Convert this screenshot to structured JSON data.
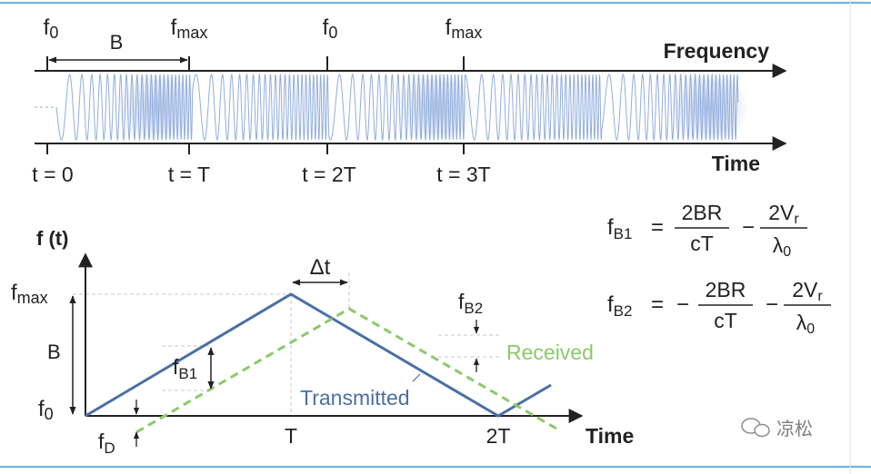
{
  "top_panel": {
    "marker_labels": [
      {
        "main": "f",
        "sub": "0"
      },
      {
        "main": "f",
        "sub": "max"
      },
      {
        "main": "f",
        "sub": "0"
      },
      {
        "main": "f",
        "sub": "max"
      }
    ],
    "bandwidth_label": "B",
    "frequency_axis_label": "Frequency",
    "time_axis_label": "Time",
    "time_ticks": [
      "t = 0",
      "t = T",
      "t = 2T",
      "t = 3T"
    ]
  },
  "bottom_panel": {
    "y_axis_label": "f (t)",
    "x_axis_label": "Time",
    "y_tick_fmax": {
      "main": "f",
      "sub": "max"
    },
    "y_tick_f0": {
      "main": "f",
      "sub": "0"
    },
    "bandwidth_label": "B",
    "x_tick_T": "T",
    "x_tick_2T": "2T",
    "delta_t_label": "Δt",
    "fb1_label": {
      "main": "f",
      "sub": "B1"
    },
    "fb2_label": {
      "main": "f",
      "sub": "B2"
    },
    "fd_label": {
      "main": "f",
      "sub": "D"
    },
    "transmitted_label": "Transmitted",
    "received_label": "Received",
    "transmitted_color": "#4a6fa5",
    "received_color": "#8cc96a"
  },
  "equations": {
    "eq1": {
      "lhs_main": "f",
      "lhs_sub": "B1",
      "eq": "=",
      "sign": "",
      "frac1_num": "2BR",
      "frac1_den": "cT",
      "op": "−",
      "frac2_num_main": "2V",
      "frac2_num_sub": "r",
      "frac2_den_main": "λ",
      "frac2_den_sub": "0"
    },
    "eq2": {
      "lhs_main": "f",
      "lhs_sub": "B2",
      "eq": "=",
      "sign": "−",
      "frac1_num": "2BR",
      "frac1_den": "cT",
      "op": "−",
      "frac2_num_main": "2V",
      "frac2_num_sub": "r",
      "frac2_den_main": "λ",
      "frac2_den_sub": "0"
    }
  },
  "watermark": "凉松",
  "frame_color": "#6ab0e6"
}
